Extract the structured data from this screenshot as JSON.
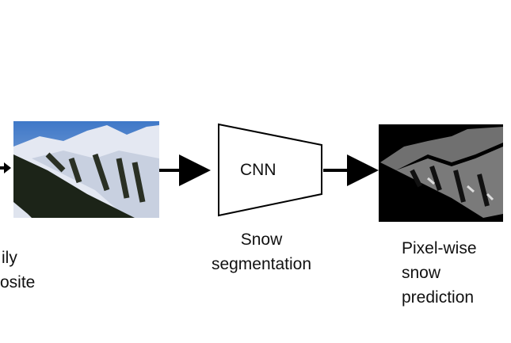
{
  "left_label": {
    "line1": "ily",
    "line2": "osite"
  },
  "cnn_label": "CNN",
  "middle_label": {
    "line1": "Snow",
    "line2": "segmentation"
  },
  "right_label": {
    "line1": "Pixel-wise",
    "line2": "snow",
    "line3": "prediction"
  },
  "colors": {
    "arrow": "#000000",
    "sky": "#4a7fc4",
    "snow": "#e8ecf4",
    "forest": "#1c2418",
    "mask_bg": "#000000",
    "mask_snow": "#7a7a7a"
  }
}
